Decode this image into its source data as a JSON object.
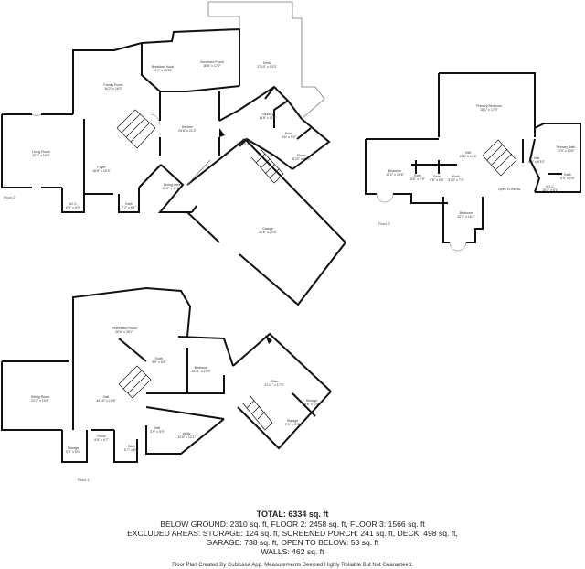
{
  "rooms": [
    {
      "id": "family",
      "name": "Family Room",
      "dims": "16'2\" x 16'0\""
    },
    {
      "id": "breakfast",
      "name": "Breakfast Nook",
      "dims": "12'1\" x 15'11\""
    },
    {
      "id": "screened",
      "name": "Screened Porch",
      "dims": "16'8\" x 17'2\""
    },
    {
      "id": "deck",
      "name": "Deck",
      "dims": "27'10\" x 53'3\""
    },
    {
      "id": "laundry",
      "name": "Laundry",
      "dims": "11'8\" x 11'4\""
    },
    {
      "id": "living",
      "name": "Living Room",
      "dims": "22'2\" x 19'0\""
    },
    {
      "id": "foyer",
      "name": "Foyer",
      "dims": "16'6\" x 16'3\""
    },
    {
      "id": "kitchen",
      "name": "Kitchen",
      "dims": "20'8\" x 21'2\""
    },
    {
      "id": "hall2",
      "name": "Hall",
      "dims": "16'8\" x 19'2\""
    },
    {
      "id": "entry",
      "name": "Entry",
      "dims": "6'6\" x 9'0\""
    },
    {
      "id": "room2",
      "name": "Room",
      "dims": "8'10\" x 9'10\""
    },
    {
      "id": "dining",
      "name": "Dining Area",
      "dims": "18'6\" x 11'11\""
    },
    {
      "id": "wic2",
      "name": "W.I.C.",
      "dims": "8'9\" x 6'9\""
    },
    {
      "id": "bath2",
      "name": "Bath",
      "dims": "7'2\" x 6'1\""
    },
    {
      "id": "garage",
      "name": "Garage",
      "dims": "32'8\" x 22'6\""
    },
    {
      "id": "primary",
      "name": "Primary Bedroom",
      "dims": "18'1\" x 17'0\""
    },
    {
      "id": "bed3a",
      "name": "Bedroom",
      "dims": "15'0\" x 19'6\""
    },
    {
      "id": "hall3",
      "name": "Hall",
      "dims": "13'8\" x 10'6\""
    },
    {
      "id": "bath3a",
      "name": "Bath",
      "dims": "8'6\" x 7'9\""
    },
    {
      "id": "bath3b",
      "name": "Bath",
      "dims": "8'6\" x 5'5\""
    },
    {
      "id": "bath3c",
      "name": "Bath",
      "dims": "5'10\" x 7'0\""
    },
    {
      "id": "hall3b",
      "name": "Hall",
      "dims": "8'6\" x 6'10\""
    },
    {
      "id": "pbath",
      "name": "Primary Bath",
      "dims": "11'9\" x 13'8\""
    },
    {
      "id": "bath3d",
      "name": "Bath",
      "dims": "5'0\" x 9'8\""
    },
    {
      "id": "wic3",
      "name": "W.I.C.",
      "dims": "16'3\" x 8'1\""
    },
    {
      "id": "bed3b",
      "name": "Bedroom",
      "dims": "13'3\" x 16'1\""
    },
    {
      "id": "recroom",
      "name": "Recreation Room",
      "dims": "26'8\" x 26'7\""
    },
    {
      "id": "bath1a",
      "name": "Bath",
      "dims": "9'9\" x 5'8\""
    },
    {
      "id": "bed1",
      "name": "Bedroom",
      "dims": "15'11\" x 14'9\""
    },
    {
      "id": "sitting",
      "name": "Sitting Room",
      "dims": "22'2\" x 19'8\""
    },
    {
      "id": "hall1",
      "name": "Hall",
      "dims": "44'10\" x 19'8\""
    },
    {
      "id": "office",
      "name": "Office",
      "dims": "21'11\" x 17'0\""
    },
    {
      "id": "storage1",
      "name": "Storage",
      "dims": "8'6\" x 6'9\""
    },
    {
      "id": "storage2",
      "name": "Storage",
      "dims": "9'5\" x 3'5\""
    },
    {
      "id": "hall1b",
      "name": "Hall",
      "dims": "3'9\" x 5'9\""
    },
    {
      "id": "utility",
      "name": "Utility",
      "dims": "12'8\" x 12'1\""
    },
    {
      "id": "room1",
      "name": "Room",
      "dims": "9'8\" x 6'7\""
    },
    {
      "id": "bath1b",
      "name": "Bath",
      "dims": "6'7\" x 8'0\""
    },
    {
      "id": "storage3",
      "name": "Storage",
      "dims": "9'8\" x 8'0\""
    }
  ],
  "open_to_below": "Open To Below",
  "floor_labels": {
    "f2": "Floor 2",
    "f3": "Floor 3",
    "f1": "Floor 1"
  },
  "summary": {
    "total": "TOTAL: 6334 sq. ft",
    "line1": "BELOW GROUND: 2310 sq. ft, FLOOR 2: 2458 sq. ft, FLOOR 3: 1566 sq. ft",
    "line2": "EXCLUDED AREAS: STORAGE: 124 sq. ft, SCREENED PORCH: 241 sq. ft, DECK: 498 sq. ft,",
    "line3": "GARAGE: 738 sq. ft, OPEN TO BELOW: 53 sq. ft",
    "line4": "WALLS: 462 sq. ft"
  },
  "credit": "Floor Plan Created By Cubicasa App. Measurements Deemed Highly Reliable But Not Guaranteed."
}
